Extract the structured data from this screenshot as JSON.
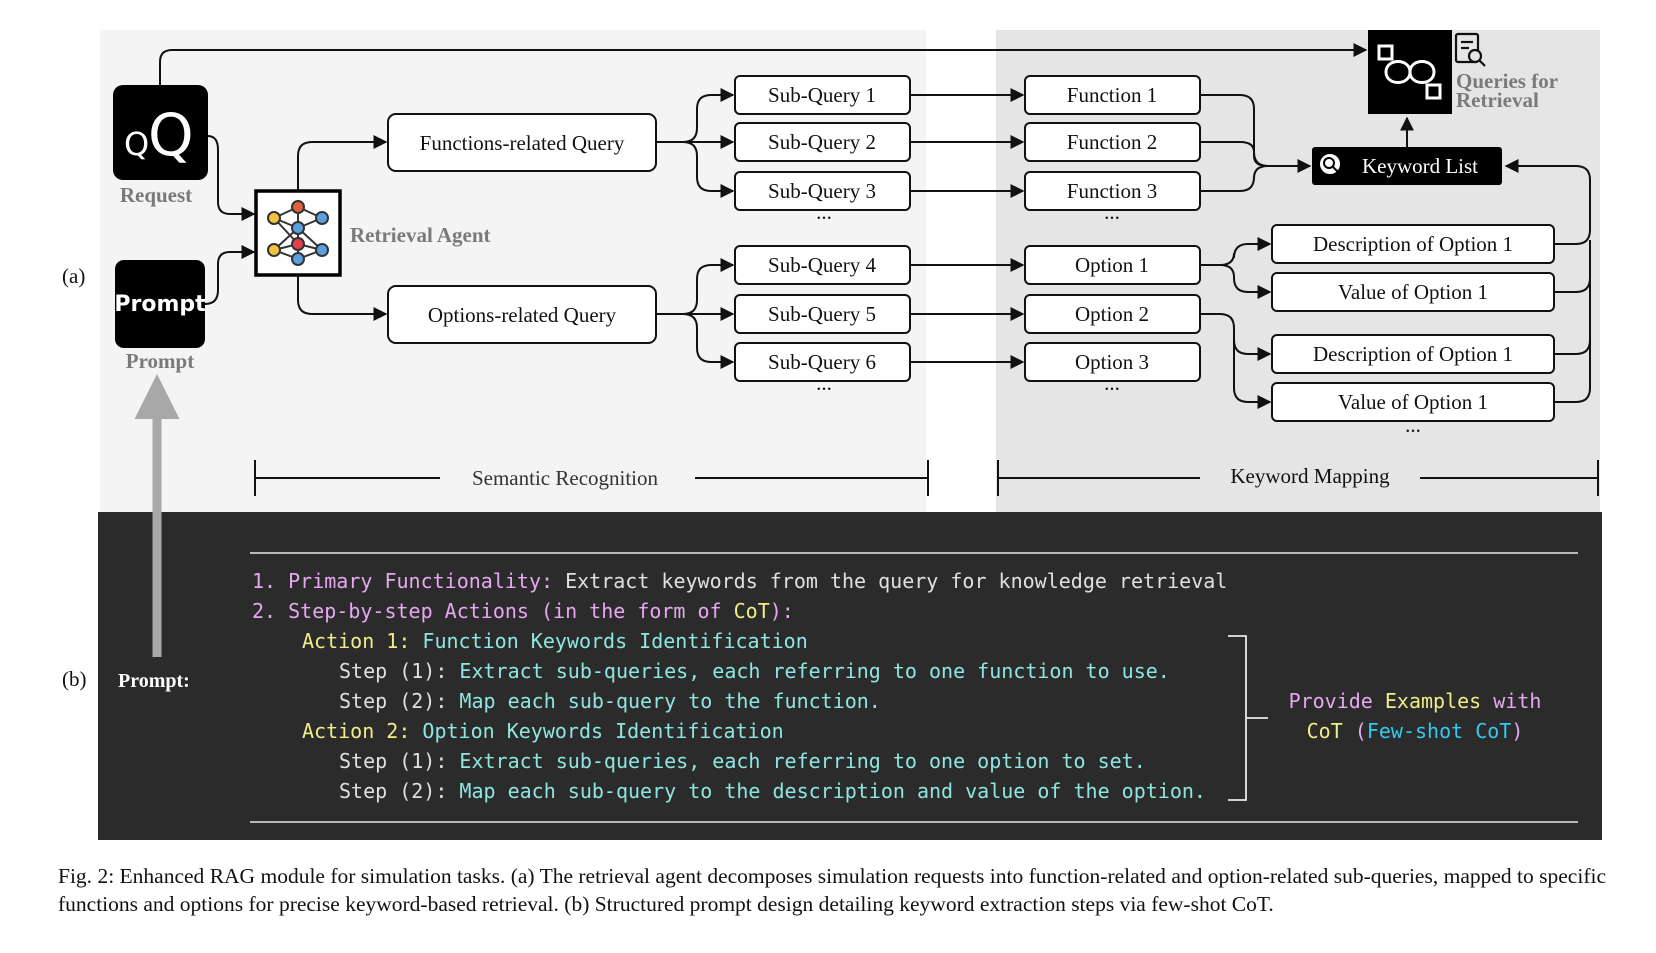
{
  "panel_a": {
    "label": "(a)",
    "request_icon_text": {
      "small": "Q",
      "big": "Q"
    },
    "request_label": "Request",
    "prompt_icon_text": "Prompt",
    "prompt_label": "Prompt",
    "agent_label": "Retrieval Agent",
    "functions_query": "Functions-related Query",
    "options_query": "Options-related Query",
    "sub_queries": [
      "Sub-Query 1",
      "Sub-Query 2",
      "Sub-Query 3",
      "Sub-Query 4",
      "Sub-Query 5",
      "Sub-Query 6"
    ],
    "functions": [
      "Function 1",
      "Function 2",
      "Function 3"
    ],
    "options": [
      "Option 1",
      "Option 2",
      "Option 3"
    ],
    "option_details": [
      "Description of Option 1",
      "Value of Option 1",
      "Description of Option 1",
      "Value of Option 1"
    ],
    "ellipsis": "...",
    "keyword_list": "Keyword List",
    "queries_for": "Queries for",
    "retrieval": "Retrieval",
    "semantic_recognition": "Semantic Recognition",
    "keyword_mapping": "Keyword Mapping"
  },
  "panel_b": {
    "label": "(b)",
    "prompt_label": "Prompt:",
    "line1_title": "1. Primary Functionality:",
    "line1_text": " Extract keywords from the query for knowledge retrieval",
    "line2_a": "2. Step-by-step Actions (in the form of ",
    "line2_b": "CoT",
    "line2_c": "):",
    "action1_title": "Action 1:",
    "action1_text": " Function Keywords Identification",
    "step_label_1": "Step (1):",
    "a1_step1": " Extract sub-queries, each referring to one function to use.",
    "step_label_2": "Step (2):",
    "a1_step2": " Map each sub-query to the function.",
    "action2_title": "Action 2:",
    "action2_text": " Option Keywords Identification",
    "a2_step1": " Extract sub-queries, each referring to one option to set.",
    "a2_step2": " Map each sub-query to the description and value of the option.",
    "examples_1a": "Provide ",
    "examples_1b": "Examples",
    "examples_1c": " with",
    "examples_2a": "CoT",
    "examples_2b": " (",
    "examples_2c": "Few-shot CoT",
    "examples_2d": ")"
  },
  "caption": "Fig. 2: Enhanced RAG module for simulation tasks. (a) The retrieval agent decomposes simulation requests into function-related and option-related sub-queries, mapped to specific functions and options for precise keyword-based retrieval. (b) Structured prompt design detailing keyword extraction steps via few-shot CoT.",
  "colors": {
    "panel_left_bg": "#f4f4f4",
    "panel_right_bg": "#e5e5e5",
    "prompt_bg": "#2b2b2b",
    "pink": "#e6a8f0",
    "yellow": "#eeee88",
    "cyan": "#8ee6e0",
    "blue": "#33c9f0",
    "gray_text": "#7a7a7a"
  }
}
